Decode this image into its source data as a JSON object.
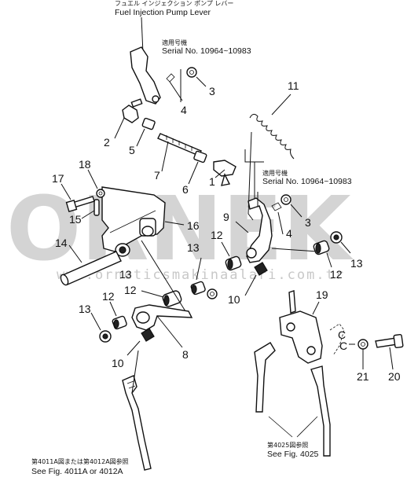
{
  "watermark": {
    "brand": "ORNEK",
    "url": "www.orneticsmakinaalari.com.tr"
  },
  "notes": {
    "top_jp": "フュエル インジェクション ポンプ レバー",
    "top_en": "Fuel Injection Pump Lever",
    "serial1_jp": "適用号機",
    "serial1_en": "Serial No. 10964~10983",
    "serial2_jp": "適用号機",
    "serial2_en": "Serial No. 10964~10983",
    "bottom_left_jp": "第4011A図または第4012A図参照",
    "bottom_left_en": "See Fig. 4011A or 4012A",
    "bottom_right_jp": "第4025図参照",
    "bottom_right_en": "See Fig. 4025"
  },
  "callouts": {
    "c1": "1",
    "c2": "2",
    "c3a": "3",
    "c3b": "3",
    "c4a": "4",
    "c4b": "4",
    "c5": "5",
    "c6": "6",
    "c7": "7",
    "c8": "8",
    "c9": "9",
    "c10a": "10",
    "c10b": "10",
    "c11": "11",
    "c12a": "12",
    "c12b": "12",
    "c12c": "12",
    "c13a": "13",
    "c13b": "13",
    "c13c": "13",
    "c13d": "13",
    "c14": "14",
    "c15": "15",
    "c16": "16",
    "c17": "17",
    "c18": "18",
    "c19": "19",
    "c20": "20",
    "c21": "21",
    "cC1": "C",
    "cC2": "C"
  }
}
